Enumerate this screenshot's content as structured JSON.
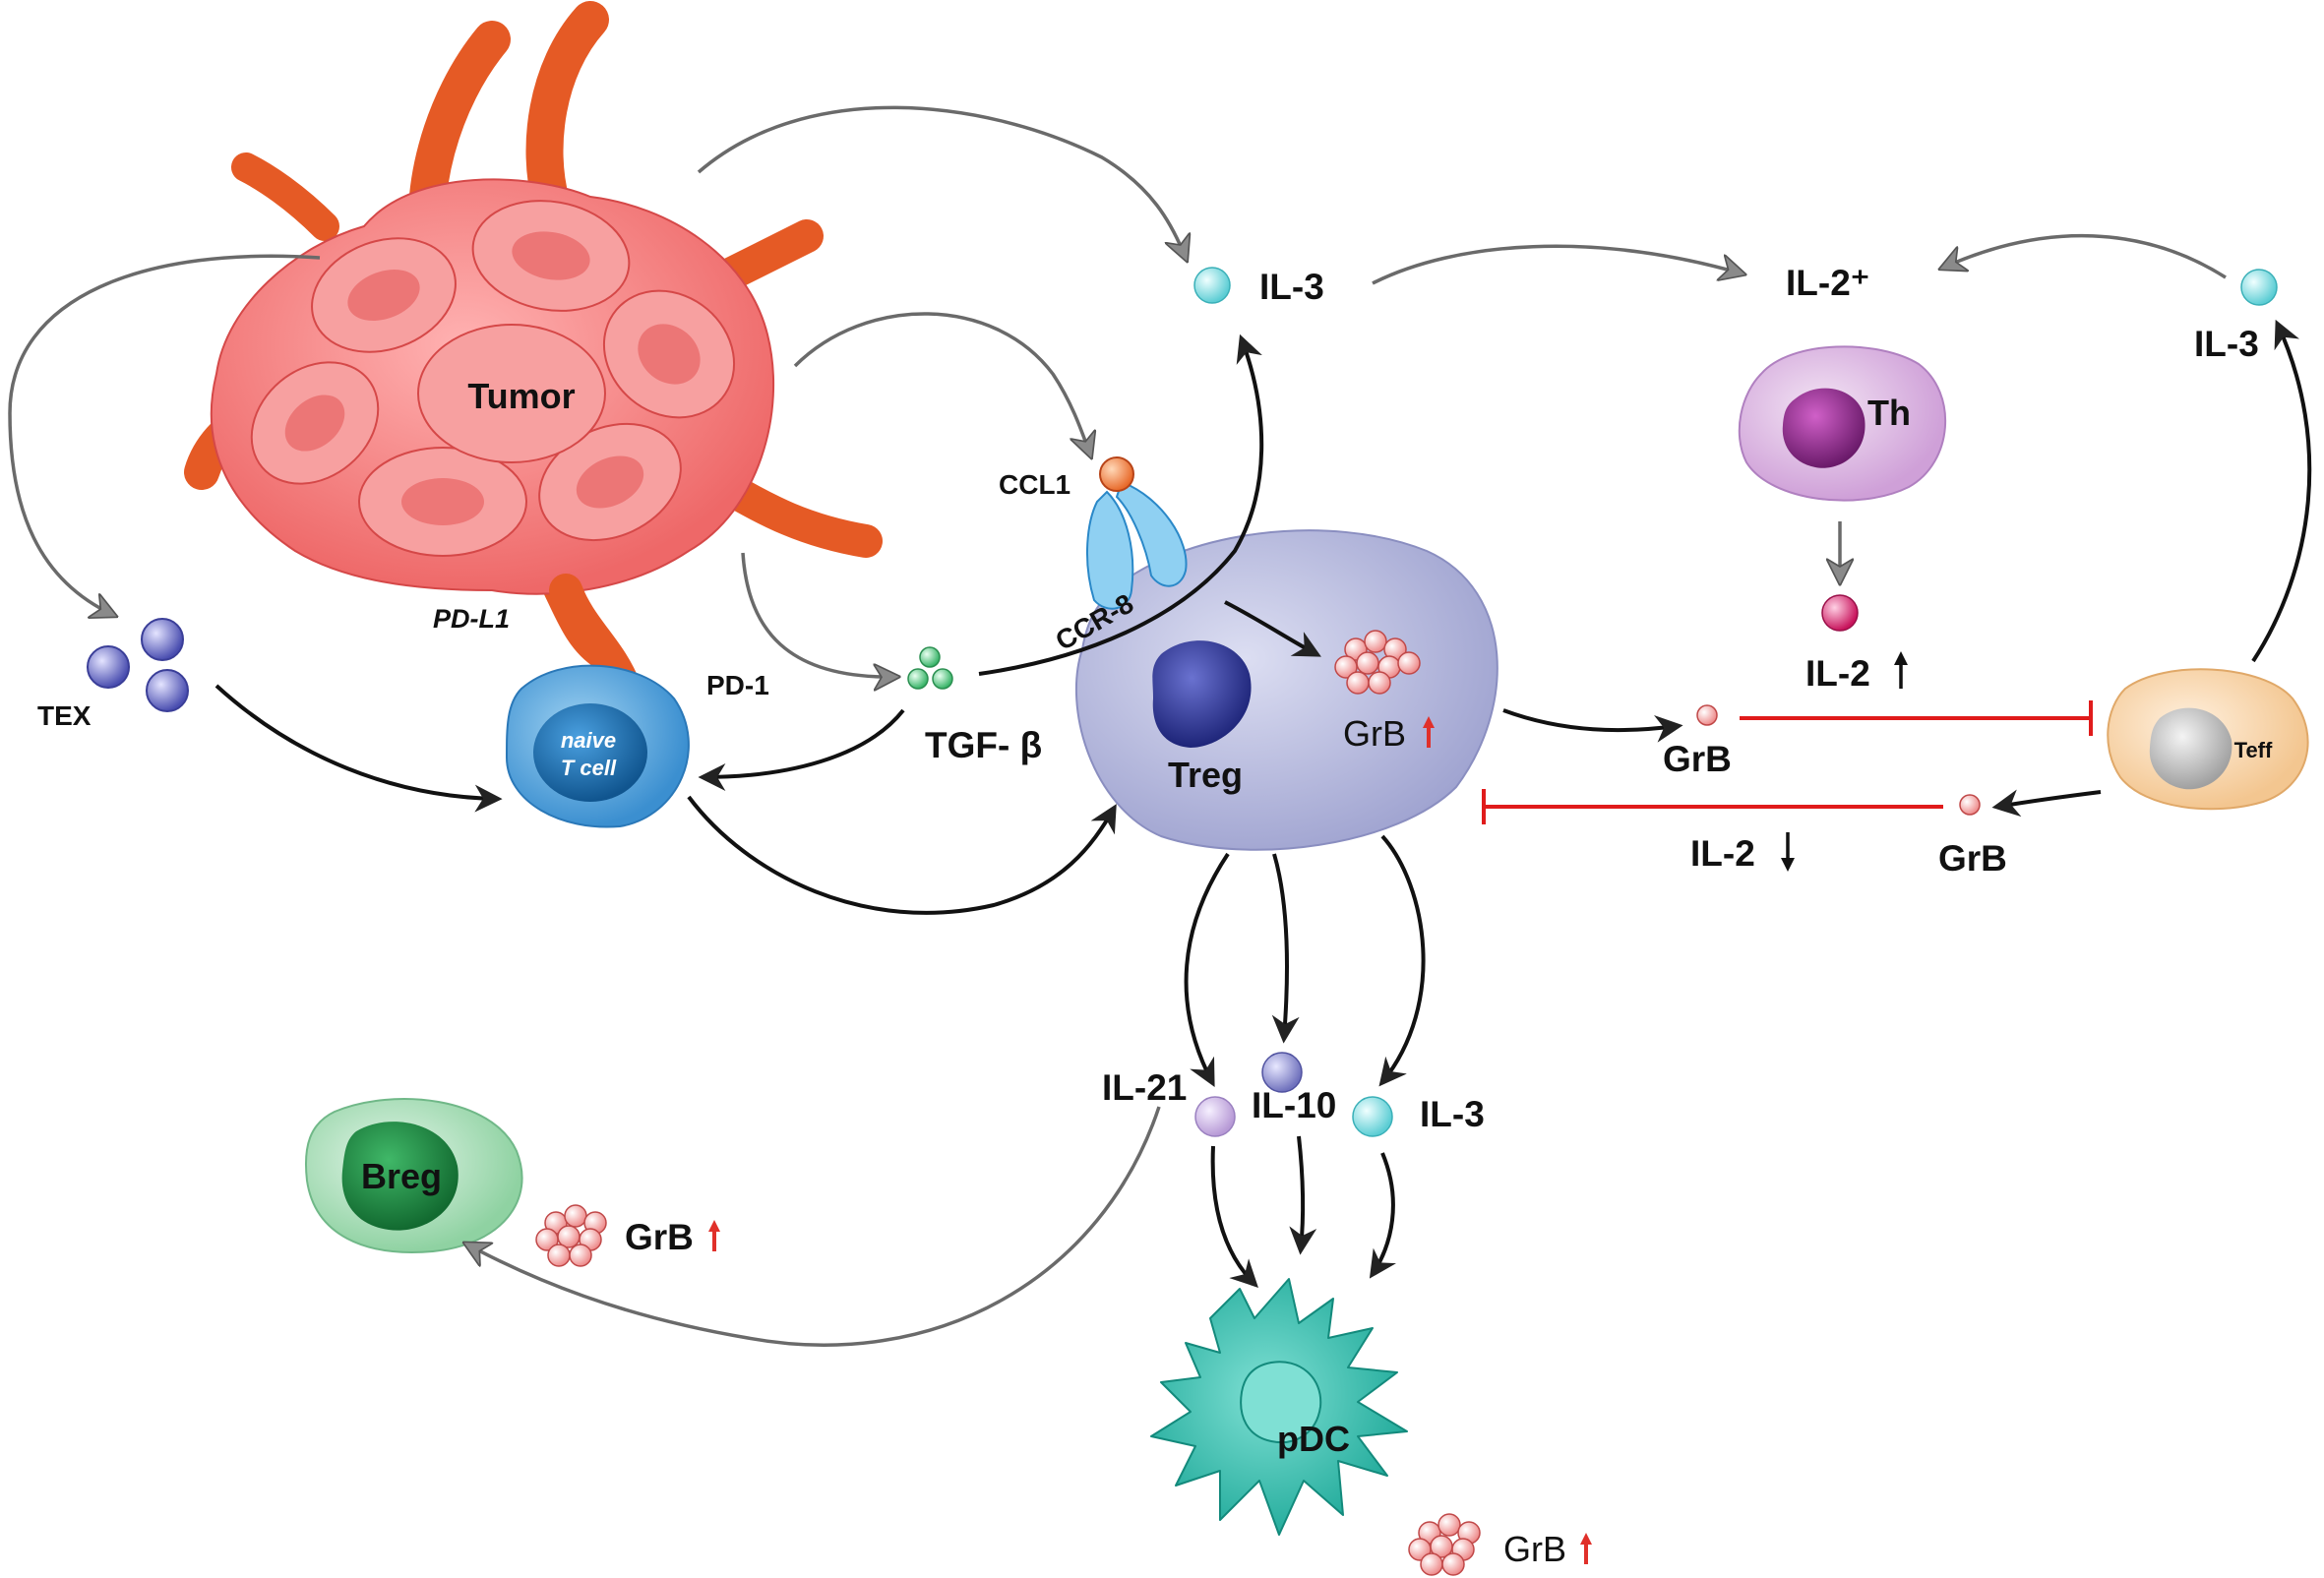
{
  "labels": {
    "tumor": "Tumor",
    "pd_l1": "PD-L1",
    "pd_1": "PD-1",
    "tex": "TEX",
    "naive_line1": "naive",
    "naive_line2": "T cell",
    "ccl1": "CCL1",
    "ccr8": "CCR-8",
    "tgf": "TGF- β",
    "treg": "Treg",
    "grb_treg": "GrB",
    "il3_top": "IL-3",
    "il2_plus": "IL-2⁺",
    "th": "Th",
    "il2_up": "IL-2",
    "il3_right": "IL-3",
    "teff": "Teff",
    "grb_mid": "GrB",
    "grb_right": "GrB",
    "il2_down": "IL-2",
    "il21": "IL-21",
    "il10": "IL-10",
    "il3_bottom": "IL-3",
    "breg": "Breg",
    "grb_breg": "GrB",
    "pdc": "pDC",
    "grb_pdc": "GrB"
  },
  "colors": {
    "tumor": "#f06b6b",
    "tumor_process": "#e85a2a",
    "treg_cell": "#b4b8de",
    "treg_nucleus": "#2c3590",
    "naive_cell": "#5aa8dc",
    "th_cell": "#d7b0de",
    "th_nucleus": "#8a2a8a",
    "teff_cell": "#f7d3a8",
    "breg_cell": "#9fd8b0",
    "breg_nucleus": "#1f8a45",
    "pdc_cell": "#27b8a8",
    "il3": "#7ed8dc",
    "il21": "#c9b3e0",
    "il10": "#8f90cc",
    "il2_up": "#d01f6a",
    "grb": "#f0a0a0",
    "tex": "#5a5eb8",
    "tgf": "#47c07a",
    "inhibit": "#e01b1b",
    "arrow_black": "#111111",
    "arrow_gray": "#6a6a6a",
    "up_arrow_red": "#e0302a"
  }
}
